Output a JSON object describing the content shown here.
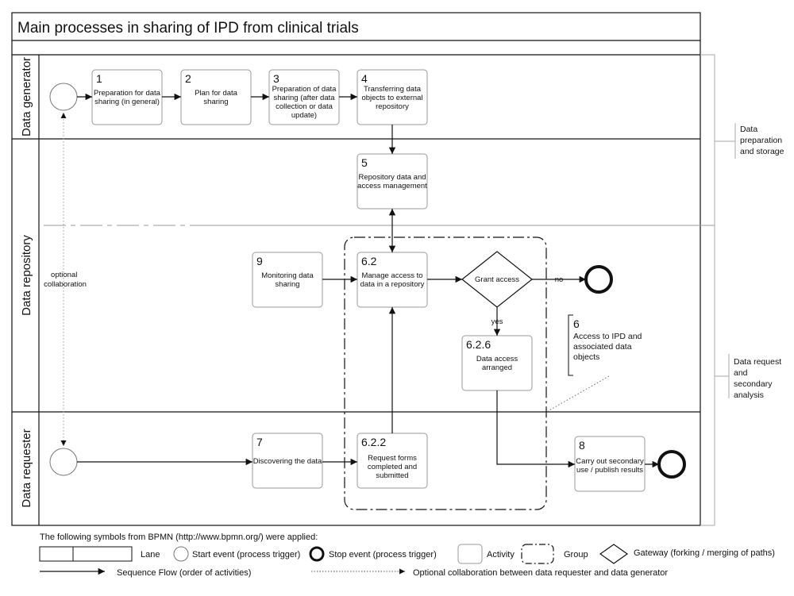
{
  "title": "Main processes in sharing of IPD from clinical trials",
  "lanes": {
    "generator": "Data generator",
    "repository": "Data repository",
    "requester": "Data requester"
  },
  "optional_collab": [
    "optional",
    "collaboration"
  ],
  "tasks": {
    "t1": {
      "num": "1",
      "lines": [
        "Preparation for data",
        "sharing (in general)"
      ]
    },
    "t2": {
      "num": "2",
      "lines": [
        "Plan for data",
        "sharing"
      ]
    },
    "t3": {
      "num": "3",
      "lines": [
        "Preparation of data",
        "sharing (after data",
        "collection or data",
        "update)"
      ]
    },
    "t4": {
      "num": "4",
      "lines": [
        "Transferring data",
        "objects to external",
        "repository"
      ]
    },
    "t5": {
      "num": "5",
      "lines": [
        "Repository data and",
        "access management"
      ]
    },
    "t9": {
      "num": "9",
      "lines": [
        "Monitoring data",
        "sharing"
      ]
    },
    "t62": {
      "num": "6.2",
      "lines": [
        "Manage access to",
        "data in a repository"
      ]
    },
    "t626": {
      "num": "6.2.6",
      "lines": [
        "Data access",
        "arranged"
      ]
    },
    "t7": {
      "num": "7",
      "lines": [
        "Discovering the data"
      ]
    },
    "t622": {
      "num": "6.2.2",
      "lines": [
        "Request forms",
        "completed and",
        "submitted"
      ]
    },
    "t8": {
      "num": "8",
      "lines": [
        "Carry out secondary",
        "use / publish results"
      ]
    }
  },
  "gateway": {
    "label": "Grant access",
    "no": "no",
    "yes": "yes"
  },
  "annotation": {
    "num": "6",
    "lines": [
      "Access to IPD and",
      "associated data",
      "objects"
    ]
  },
  "phases": {
    "p1": [
      "Data",
      "preparation",
      "and storage"
    ],
    "p2": [
      "Data request",
      "and",
      "secondary",
      "analysis"
    ]
  },
  "legend": {
    "intro": "The following symbols from BPMN (http://www.bpmn.org/) were applied:",
    "lane": "Lane",
    "start": "Start event (process trigger)",
    "stop": "Stop event (process trigger)",
    "activity": "Activity",
    "group": "Group",
    "gateway": "Gateway (forking / merging of paths)",
    "seqflow": "Sequence Flow (order of activities)",
    "optional": "Optional collaboration between data requester and data generator"
  },
  "colors": {
    "line": "#111111",
    "box_border": "#9a9a9a",
    "phase_bracket": "#aaaaaa"
  }
}
